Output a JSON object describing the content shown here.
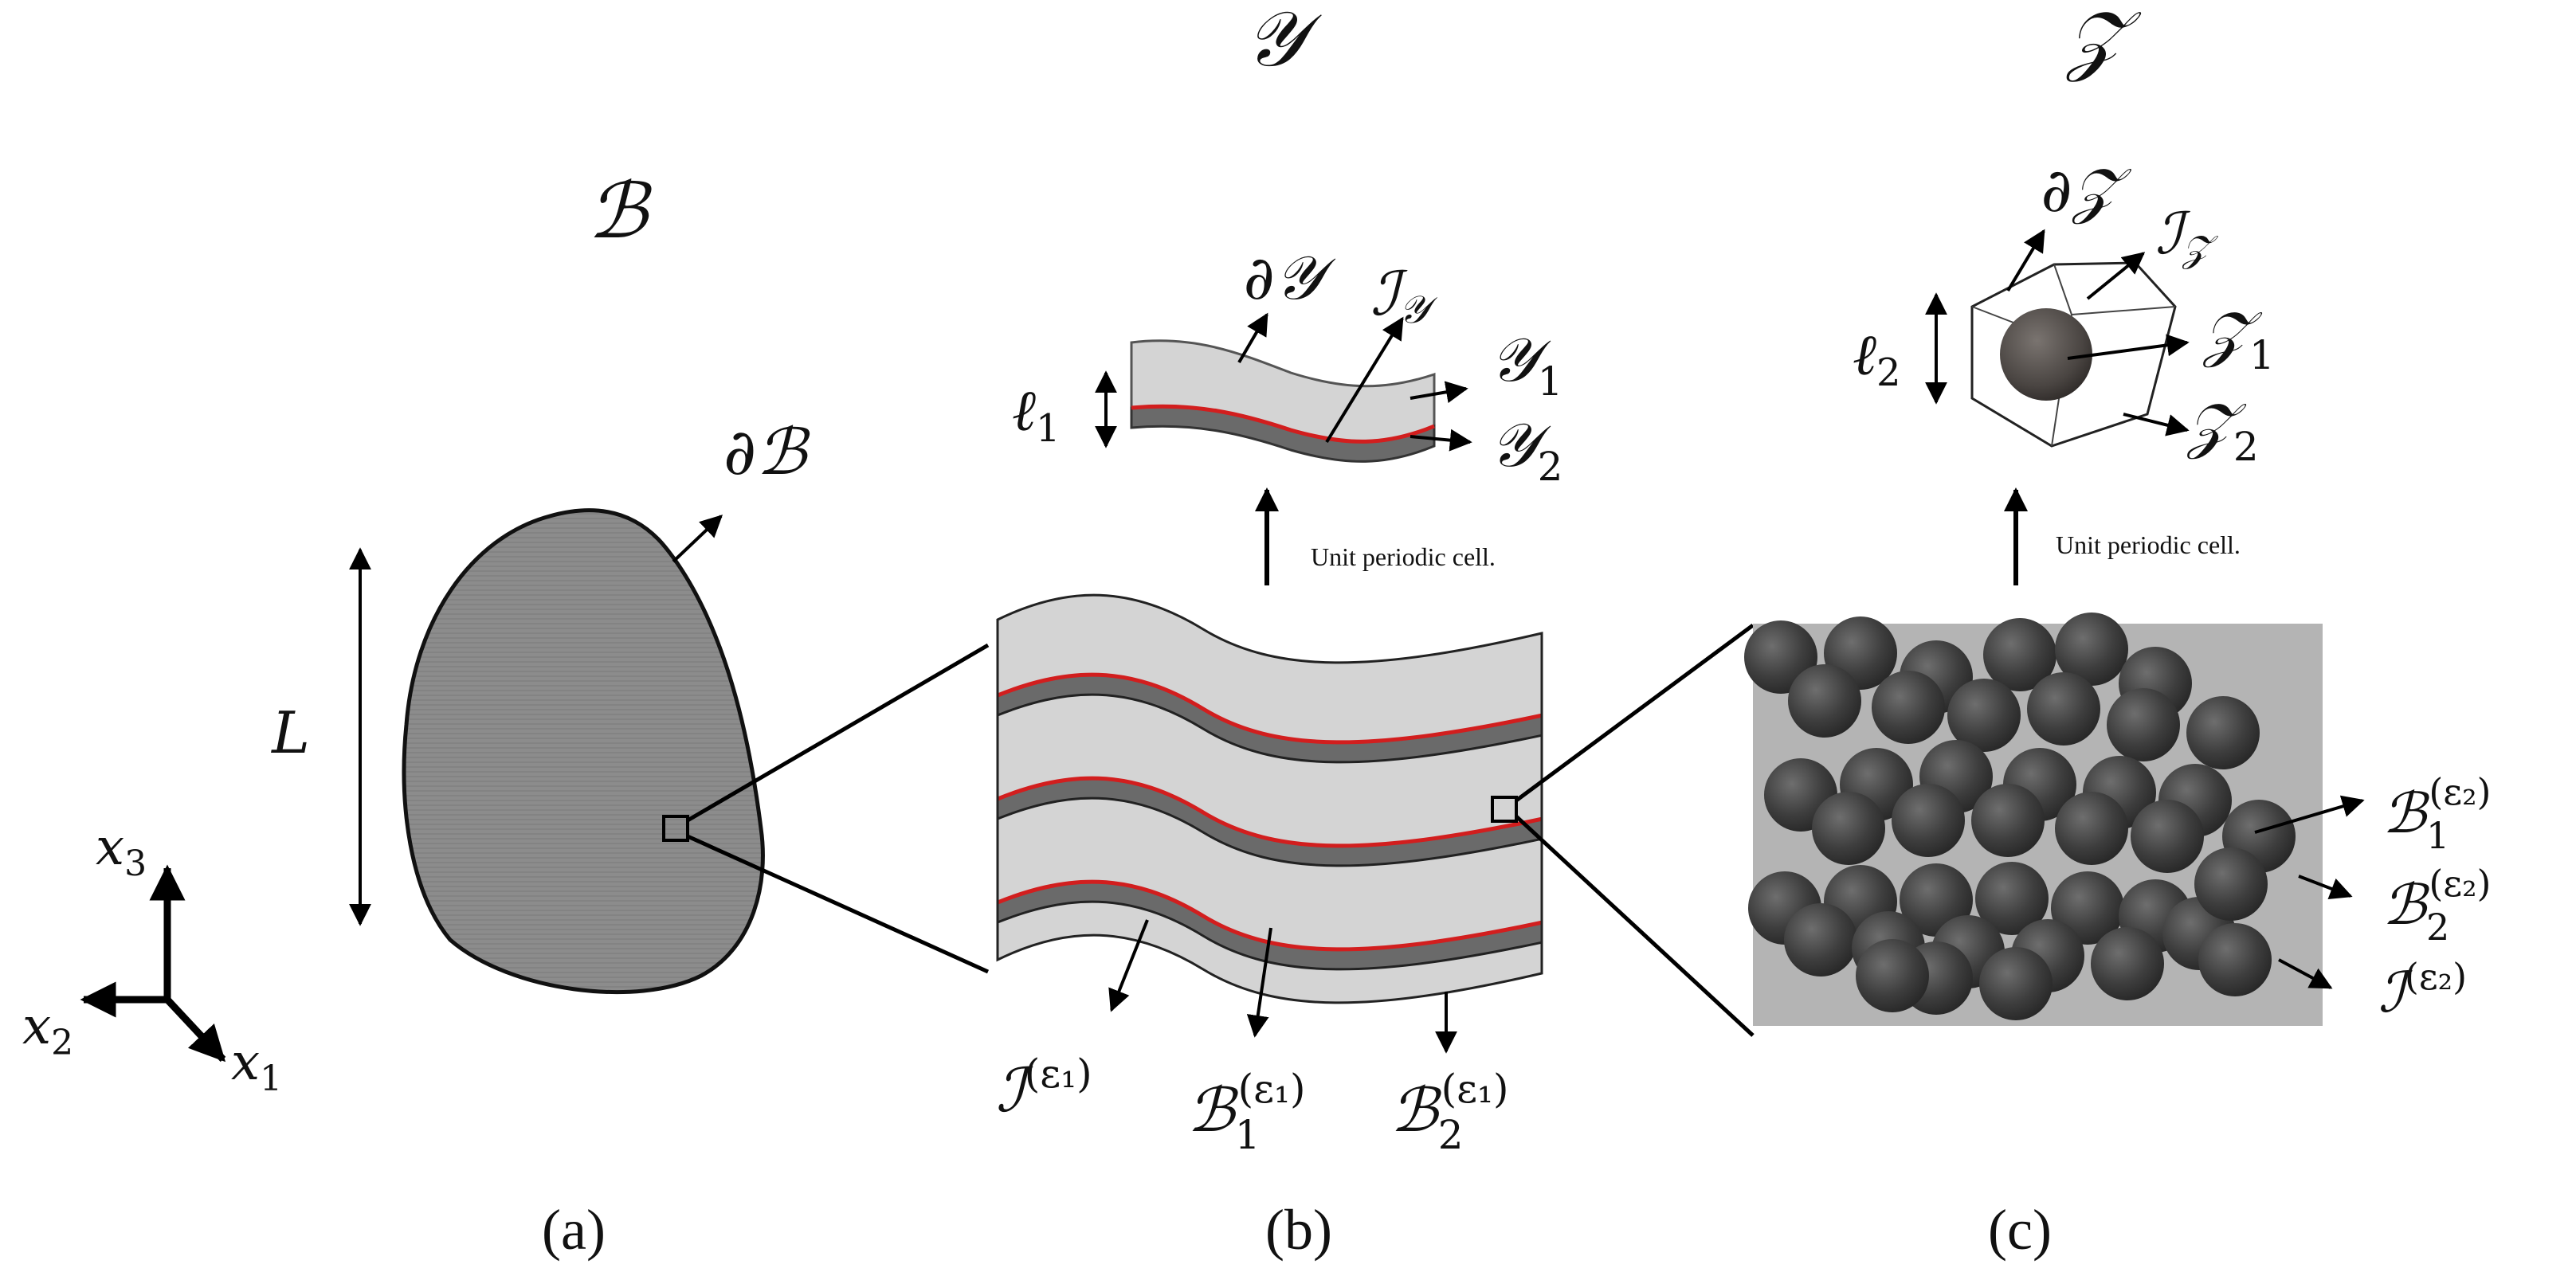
{
  "panels": {
    "a": {
      "title": "ℬ",
      "boundary": "∂ℬ",
      "length": "L",
      "axes": {
        "x1": "x",
        "x1_sub": "1",
        "x2": "x",
        "x2_sub": "2",
        "x3": "x",
        "x3_sub": "3"
      },
      "caption": "(a)"
    },
    "b": {
      "title": "𝒴",
      "boundary": "∂𝒴",
      "interface": "ℐ",
      "interface_sub": "𝒴",
      "phase1": "𝒴",
      "phase1_sub": "1",
      "phase2": "𝒴",
      "phase2_sub": "2",
      "length": "ℓ",
      "length_sub": "1",
      "cell_note": "Unit periodic cell.",
      "label_I": "ℐ",
      "label_I_sup": "(ε₁)",
      "label_B1": "ℬ",
      "label_B1_sub": "1",
      "label_B1_sup": "(ε₁)",
      "label_B2": "ℬ",
      "label_B2_sub": "2",
      "label_B2_sup": "(ε₁)",
      "caption": "(b)"
    },
    "c": {
      "title": "𝒵",
      "boundary": "∂𝒵",
      "interface": "ℐ",
      "interface_sub": "𝒵",
      "phase1": "𝒵",
      "phase1_sub": "1",
      "phase2": "𝒵",
      "phase2_sub": "2",
      "length": "ℓ",
      "length_sub": "2",
      "cell_note": "Unit periodic cell.",
      "label_B1": "ℬ",
      "label_B1_sub": "1",
      "label_B1_sup": "(ε₂)",
      "label_B2": "ℬ",
      "label_B2_sub": "2",
      "label_B2_sup": "(ε₂)",
      "label_I": "ℐ",
      "label_I_sup": "(ε₂)",
      "caption": "(c)"
    }
  },
  "colors": {
    "body_fill": "#8a8a8a",
    "light_phase": "#d4d4d4",
    "dark_phase": "#6a6a6a",
    "interface_red": "#d21e1e",
    "matrix_gray": "#b4b4b4",
    "sphere_dark": "#3c3c3c"
  }
}
